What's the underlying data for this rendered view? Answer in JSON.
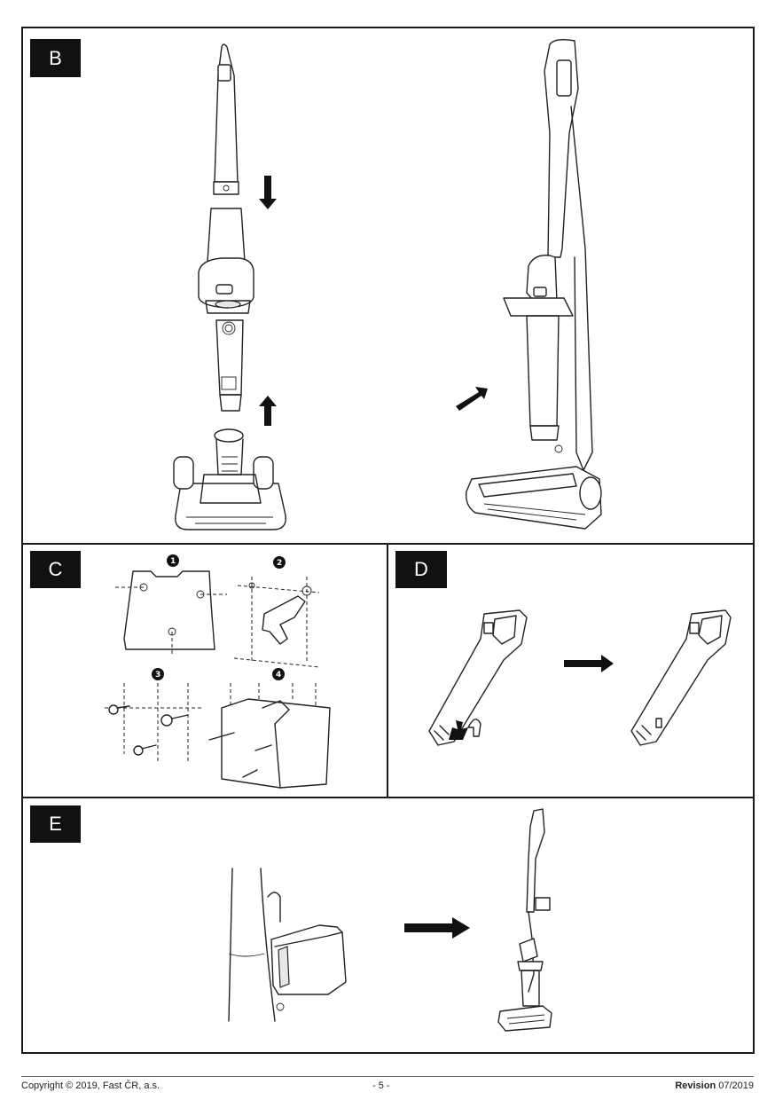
{
  "panels": {
    "b": {
      "label": "B"
    },
    "c": {
      "label": "C",
      "steps": [
        "1",
        "2",
        "3",
        "4"
      ]
    },
    "d": {
      "label": "D"
    },
    "e": {
      "label": "E"
    }
  },
  "footer": {
    "copyright": "Copyright © 2019, Fast ČR, a.s.",
    "page": "- 5 -",
    "revision_label": "Revision",
    "revision_value": "07/2019"
  }
}
